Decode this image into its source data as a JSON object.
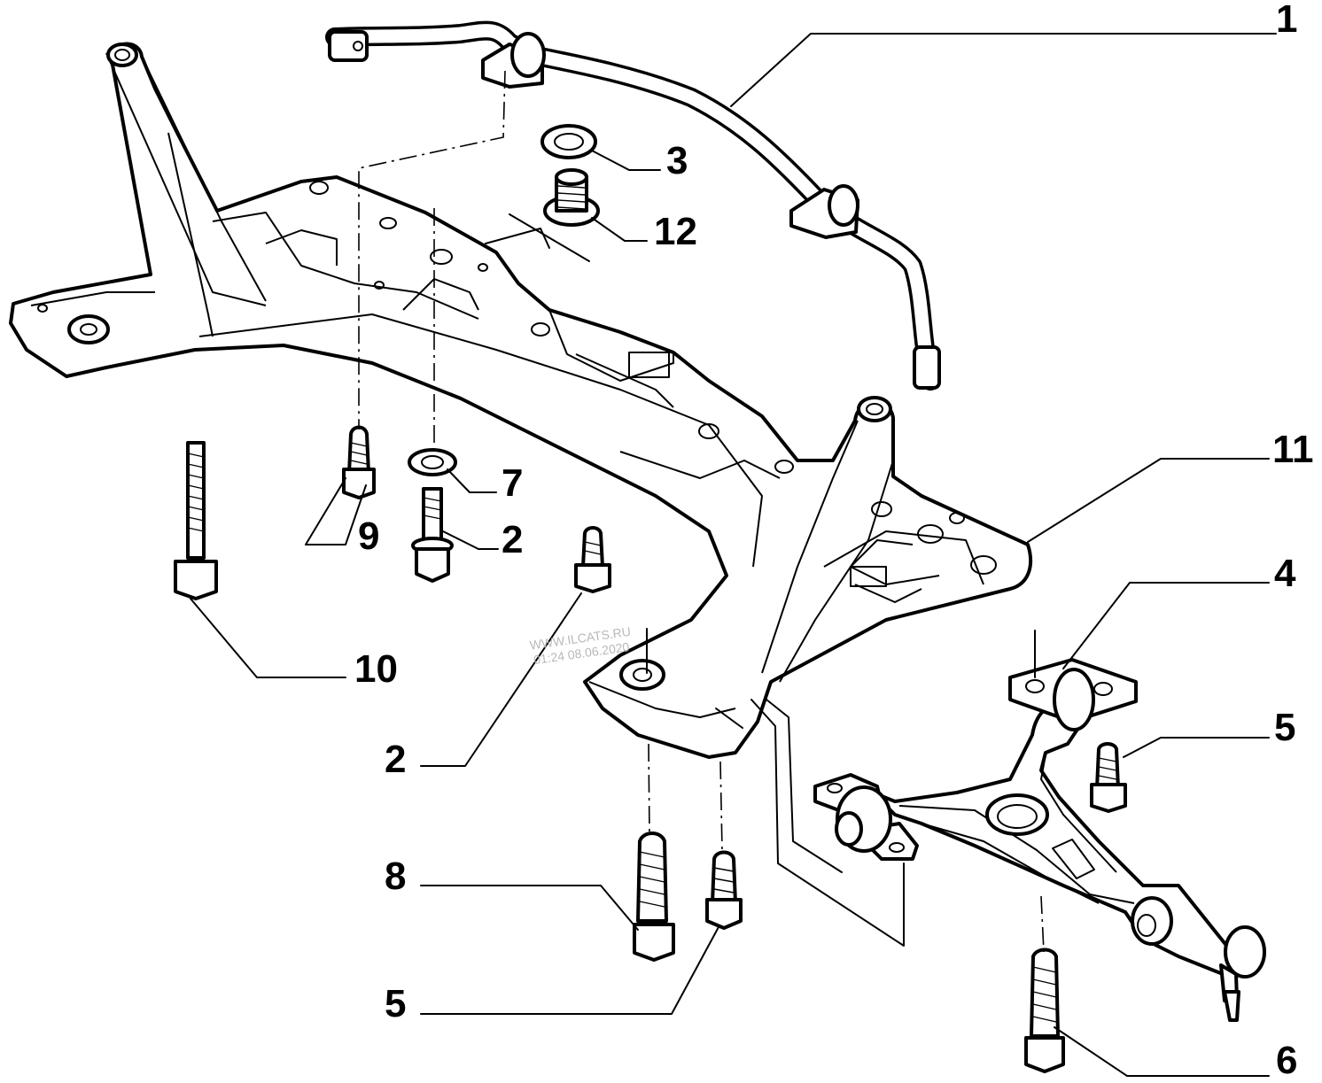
{
  "watermark": {
    "line1": "WWW.ILCATS.RU",
    "line2": "01:24 08.06.2020"
  },
  "callouts": [
    {
      "id": "1",
      "label": "1"
    },
    {
      "id": "3",
      "label": "3"
    },
    {
      "id": "12",
      "label": "12"
    },
    {
      "id": "11",
      "label": "11"
    },
    {
      "id": "7",
      "label": "7"
    },
    {
      "id": "9",
      "label": "9"
    },
    {
      "id": "2a",
      "label": "2"
    },
    {
      "id": "4",
      "label": "4"
    },
    {
      "id": "10",
      "label": "10"
    },
    {
      "id": "5a",
      "label": "5"
    },
    {
      "id": "2b",
      "label": "2"
    },
    {
      "id": "8",
      "label": "8"
    },
    {
      "id": "5b",
      "label": "5"
    },
    {
      "id": "6",
      "label": "6"
    }
  ]
}
